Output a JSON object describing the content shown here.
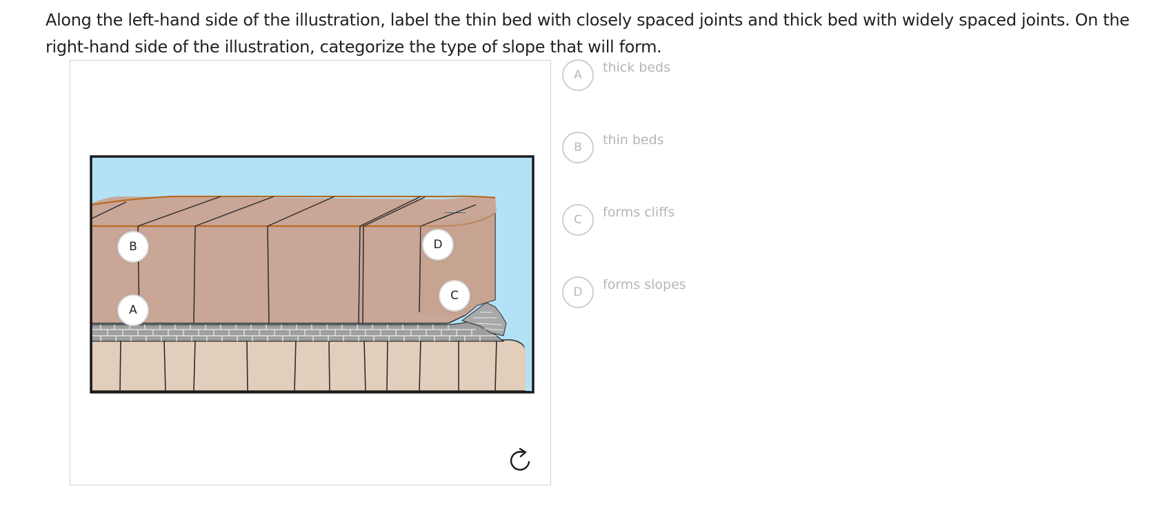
{
  "prompt": "Along the left-hand side of the illustration, label the thin bed with closely spaced joints and thick bed with widely spaced joints. On the right-hand side of the illustration, categorize the type of slope that will form.",
  "markers": [
    {
      "letter": "B"
    },
    {
      "letter": "A"
    },
    {
      "letter": "D"
    },
    {
      "letter": "C"
    }
  ],
  "options": [
    {
      "letter": "A",
      "text": "thick beds"
    },
    {
      "letter": "B",
      "text": "thin beds"
    },
    {
      "letter": "C",
      "text": "forms cliffs"
    },
    {
      "letter": "D",
      "text": "forms slopes"
    }
  ],
  "colors": {
    "sky": "#b3e2f7",
    "thick_bed": "#c9a696",
    "thin_bed": "#9a9a9a",
    "base_rock": "#e3cebb",
    "bed_outline": "#b86a22",
    "frame": "#1a1a1a"
  },
  "icons": {
    "reset": "rotate-icon"
  }
}
